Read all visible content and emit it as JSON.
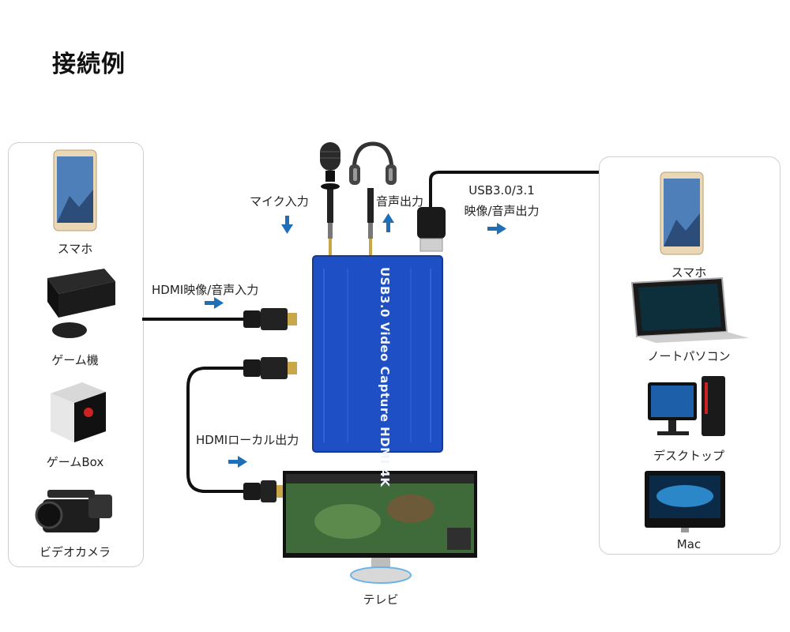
{
  "title": "接続例",
  "left_devices": [
    "スマホ",
    "ゲーム機",
    "ゲームBox",
    "ビデオカメラ"
  ],
  "right_devices": [
    "スマホ",
    "ノートパソコン",
    "デスクトップ",
    "Mac"
  ],
  "labels": {
    "mic_in": "マイク入力",
    "audio_out": "音声出力",
    "usb_line1": "USB3.0/3.1",
    "usb_line2": "映像/音声出力",
    "hdmi_in": "HDMI映像/音声入力",
    "hdmi_local": "HDMIローカル出力",
    "tv": "テレビ"
  },
  "device_text": "USB3.0 Video Capture HDMI 4K",
  "colors": {
    "arrow": "#1e6fb8",
    "capture_box": "#1f4fc4",
    "cable": "#111111"
  }
}
